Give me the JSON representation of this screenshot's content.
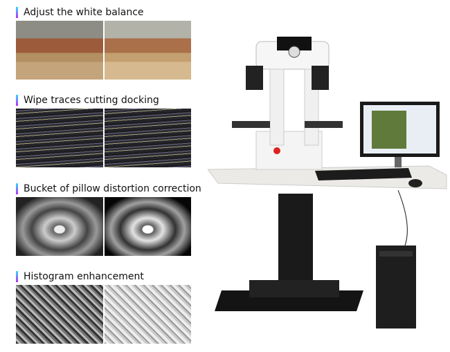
{
  "sections": [
    {
      "title": "Adjust the white balance",
      "images": [
        "before",
        "after"
      ]
    },
    {
      "title": "Wipe traces cutting docking",
      "images": [
        "left",
        "right"
      ]
    },
    {
      "title": "Bucket of pillow distortion correction",
      "images": [
        "before",
        "after"
      ]
    },
    {
      "title": "Histogram enhancement",
      "images": [
        "before",
        "after"
      ]
    }
  ],
  "colors": {
    "accent_top": "#35d7ff",
    "accent_bottom": "#b42cff",
    "microscope_body": "#f2f2f2",
    "stand": "#1a1a1a"
  }
}
